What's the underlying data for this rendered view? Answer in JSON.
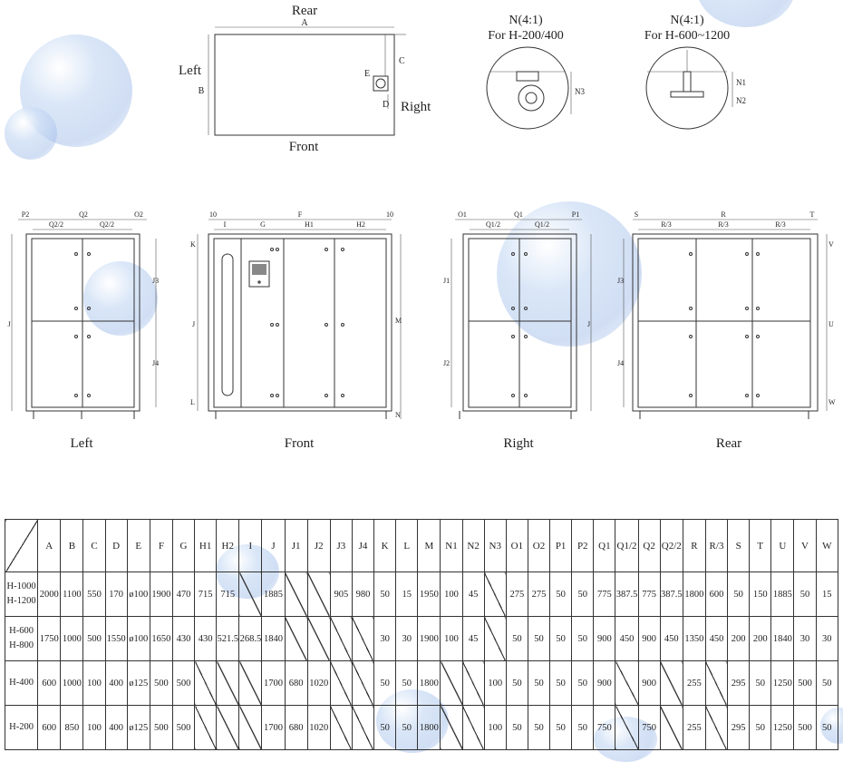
{
  "top_view": {
    "rear": "Rear",
    "front": "Front",
    "left": "Left",
    "right": "Right",
    "dim_a": "A",
    "dim_b": "B",
    "dim_c": "C",
    "dim_d": "D",
    "dim_e": "E"
  },
  "detail_small": {
    "title": "N(4:1)",
    "subtitle": "For H-200/400",
    "dim": "N3"
  },
  "detail_large": {
    "title": "N(4:1)",
    "subtitle": "For H-600~1200",
    "dim1": "N1",
    "dim2": "N2"
  },
  "views": {
    "left": {
      "caption": "Left",
      "top_dims": [
        "P2",
        "Q2",
        "O2"
      ],
      "sub_dims": [
        "Q2/2",
        "Q2/2"
      ],
      "side_dims": [
        "J",
        "J3",
        "J4"
      ]
    },
    "front": {
      "caption": "Front",
      "top_dims": [
        "10",
        "F",
        "10"
      ],
      "sub_dims": [
        "I",
        "G",
        "H1",
        "H2"
      ],
      "side_dims": [
        "K",
        "J",
        "L",
        "M",
        "N"
      ]
    },
    "right": {
      "caption": "Right",
      "top_dims": [
        "O1",
        "Q1",
        "P1"
      ],
      "sub_dims": [
        "Q1/2",
        "Q1/2"
      ],
      "side_dims": [
        "J1",
        "J2",
        "J"
      ]
    },
    "rear": {
      "caption": "Rear",
      "top_dims": [
        "S",
        "R",
        "T"
      ],
      "sub_dims": [
        "R/3",
        "R/3",
        "R/3"
      ],
      "side_dims": [
        "J3",
        "J4",
        "V",
        "U",
        "W"
      ]
    }
  },
  "table": {
    "columns": [
      "A",
      "B",
      "C",
      "D",
      "E",
      "F",
      "G",
      "H1",
      "H2",
      "I",
      "J",
      "J1",
      "J2",
      "J3",
      "J4",
      "K",
      "L",
      "M",
      "N1",
      "N2",
      "N3",
      "O1",
      "O2",
      "P1",
      "P2",
      "Q1",
      "Q1/2",
      "Q2",
      "Q2/2",
      "R",
      "R/3",
      "S",
      "T",
      "U",
      "V",
      "W"
    ],
    "rows": [
      {
        "model_line1": "H-1000",
        "model_line2": "H-1200",
        "values": [
          "2000",
          "1100",
          "550",
          "170",
          "ø100",
          "1900",
          "470",
          "715",
          "715",
          "",
          "1885",
          "",
          "",
          "905",
          "980",
          "50",
          "15",
          "1950",
          "100",
          "45",
          "",
          "275",
          "275",
          "50",
          "50",
          "775",
          "387.5",
          "775",
          "387.5",
          "1800",
          "600",
          "50",
          "150",
          "1885",
          "50",
          "15"
        ]
      },
      {
        "model_line1": "H-600",
        "model_line2": "H-800",
        "values": [
          "1750",
          "1000",
          "500",
          "1550",
          "ø100",
          "1650",
          "430",
          "430",
          "521.5",
          "268.5",
          "1840",
          "",
          "",
          "",
          "",
          "30",
          "30",
          "1900",
          "100",
          "45",
          "",
          "50",
          "50",
          "50",
          "50",
          "900",
          "450",
          "900",
          "450",
          "1350",
          "450",
          "200",
          "200",
          "1840",
          "30",
          "30"
        ]
      },
      {
        "model_line1": "H-400",
        "model_line2": "",
        "values": [
          "600",
          "1000",
          "100",
          "400",
          "ø125",
          "500",
          "500",
          "",
          "",
          "",
          "1700",
          "680",
          "1020",
          "",
          "",
          "50",
          "50",
          "1800",
          "",
          "",
          "100",
          "50",
          "50",
          "50",
          "50",
          "900",
          "",
          "900",
          "",
          "255",
          "",
          "295",
          "50",
          "1250",
          "500",
          "50"
        ]
      },
      {
        "model_line1": "H-200",
        "model_line2": "",
        "values": [
          "600",
          "850",
          "100",
          "400",
          "ø125",
          "500",
          "500",
          "",
          "",
          "",
          "1700",
          "680",
          "1020",
          "",
          "",
          "50",
          "50",
          "1800",
          "",
          "",
          "100",
          "50",
          "50",
          "50",
          "50",
          "750",
          "",
          "750",
          "",
          "255",
          "",
          "295",
          "50",
          "1250",
          "500",
          "50"
        ]
      }
    ]
  }
}
